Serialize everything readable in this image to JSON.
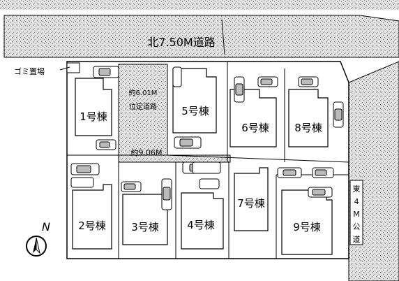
{
  "roads": {
    "north": "北7.50M道路",
    "east": [
      "東",
      "4",
      "M",
      "公",
      "道"
    ]
  },
  "labels": {
    "garbage": "ゴミ置場",
    "private_road_width": "約6.01M",
    "private_road_type": "位定道路",
    "passage_width": "約9.06M",
    "compass": "N"
  },
  "units": [
    {
      "name": "1号棟"
    },
    {
      "name": "2号棟"
    },
    {
      "name": "3号棟"
    },
    {
      "name": "4号棟"
    },
    {
      "name": "5号棟"
    },
    {
      "name": "6号棟"
    },
    {
      "name": "7号棟"
    },
    {
      "name": "8号棟"
    },
    {
      "name": "9号棟"
    }
  ],
  "colors": {
    "road_fill": "#d9d9d9",
    "lot_fill": "#ffffff",
    "line": "#000000"
  }
}
